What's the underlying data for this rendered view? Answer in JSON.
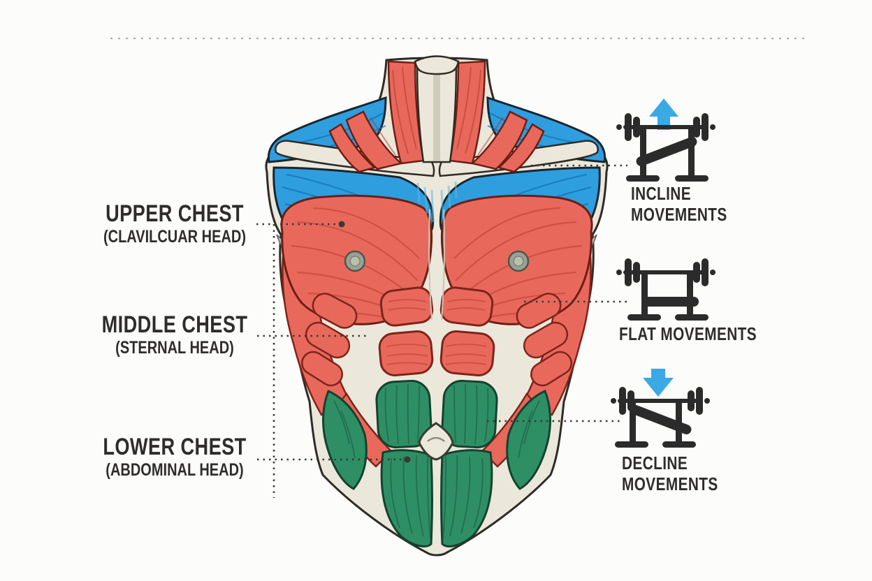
{
  "anatomy_labels": [
    {
      "title": "UPPER CHEST",
      "subtitle": "(CLAVILCUAR HEAD)"
    },
    {
      "title": "MIDDLE CHEST",
      "subtitle": "(STERNAL HEAD)"
    },
    {
      "title": "LOWER CHEST",
      "subtitle": "(ABDOMINAL HEAD)"
    }
  ],
  "movement_labels": [
    {
      "lines": [
        "INCLINE",
        "MOVEMENTS"
      ],
      "arrow": "up",
      "icon": "incline-bench-barbell-icon"
    },
    {
      "lines": [
        "FLAT MOVEMENTS"
      ],
      "arrow": "none",
      "icon": "flat-bench-barbell-icon"
    },
    {
      "lines": [
        "DECLINE",
        "MOVEMENTS"
      ],
      "arrow": "down",
      "icon": "decline-bench-barbell-icon"
    }
  ],
  "figure_regions": [
    {
      "name": "upper-chest-clavicular-head",
      "color": "#2e9edf"
    },
    {
      "name": "middle-chest-sternal-head",
      "color": "#e8695c"
    },
    {
      "name": "lower-chest-abdominal-head",
      "color": "#2e8f65"
    }
  ],
  "colors": {
    "background": "#fcfcfa",
    "text": "#2e2d2b",
    "icon": "#2b2b2b",
    "arrow_blue": "#3aa9e4",
    "muscle_blue": "#2e9edf",
    "muscle_blue_dark": "#0f6aa8",
    "muscle_red": "#e8695c",
    "muscle_red_dark": "#8e2a1e",
    "muscle_green": "#2e8f65",
    "muscle_green_dark": "#1c5a40",
    "bone": "#ebe8db",
    "nipple_gray": "#99a295",
    "leader": "#3a3833",
    "divider": "#b0aeac"
  }
}
